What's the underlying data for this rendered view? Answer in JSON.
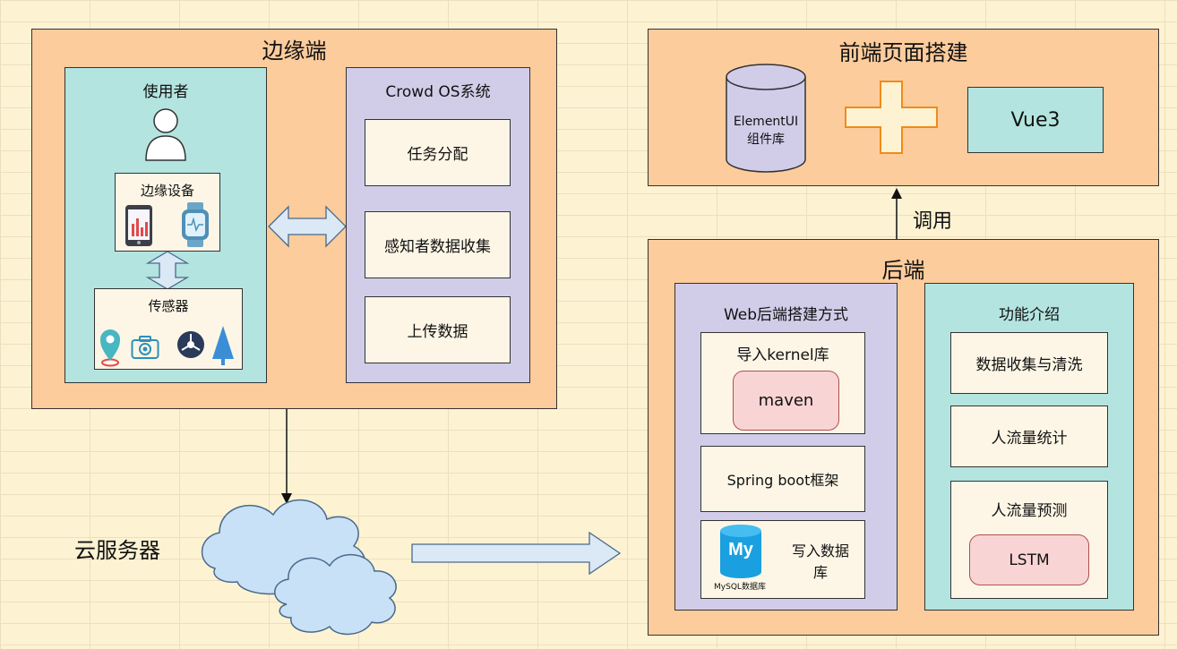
{
  "edge": {
    "title": "边缘端",
    "user_panel": {
      "title": "使用者",
      "device": {
        "title": "边缘设备"
      },
      "sensor": {
        "title": "传感器"
      }
    },
    "crowdos": {
      "title": "Crowd OS系统",
      "items": [
        "任务分配",
        "感知者数据收集",
        "上传数据"
      ]
    }
  },
  "cloud": {
    "label": "云服务器"
  },
  "frontend": {
    "title": "前端页面搭建",
    "db_label_line1": "ElementUI",
    "db_label_line2": "组件库",
    "vue_label": "Vue3"
  },
  "call_label": "调用",
  "backend": {
    "title": "后端",
    "web": {
      "title": "Web后端搭建方式",
      "import_box": {
        "title": "导入kernel库",
        "maven": "maven"
      },
      "spring": "Spring boot框架",
      "mysql": {
        "logo_text": "My",
        "caption": "MySQL数据库",
        "write_line1": "写入数据",
        "write_line2": "库"
      }
    },
    "features": {
      "title": "功能介绍",
      "items": [
        "数据收集与清洗",
        "人流量统计"
      ],
      "predict": {
        "title": "人流量预测",
        "lstm": "LSTM"
      }
    }
  },
  "colors": {
    "orange": "#fccc9c",
    "teal": "#b3e4e0",
    "lavender": "#d1cde9",
    "arrow_fill": "#dbe8f6",
    "cloud_fill": "#c8e1f7"
  }
}
